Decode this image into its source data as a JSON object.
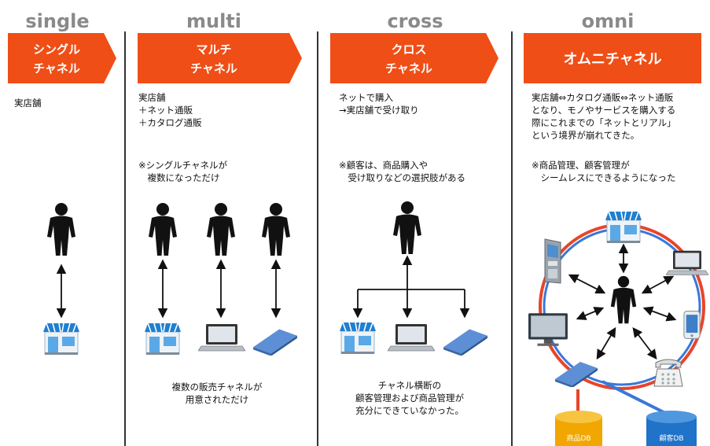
{
  "colors": {
    "banner": "#f04e17",
    "title_gray": "#8a8a8a",
    "divider": "#333333",
    "ring_red": "#e8452a",
    "ring_blue": "#3a78d8",
    "store_roof": "#1f7fd0",
    "db_yellow": "#f2a600",
    "db_blue": "#1f73c8"
  },
  "columns": [
    {
      "title": "single",
      "banner": [
        "シングル",
        "チャネル"
      ],
      "lines": [
        "実店舗"
      ],
      "note": [],
      "caption": []
    },
    {
      "title": "multi",
      "banner": [
        "マルチ",
        "チャネル"
      ],
      "lines": [
        "実店舗",
        "＋ネット通販",
        "＋カタログ通販"
      ],
      "note": [
        "※シングルチャネルが",
        "　複数になっただけ"
      ],
      "caption": [
        "複数の販売チャネルが",
        "用意されただけ"
      ]
    },
    {
      "title": "cross",
      "banner": [
        "クロス",
        "チャネル"
      ],
      "lines": [
        "ネットで購入",
        "→実店舗で受け取り"
      ],
      "note": [
        "※顧客は、商品購入や",
        "　受け取りなどの選択肢がある"
      ],
      "caption": [
        "チャネル横断の",
        "顧客管理および商品管理が",
        "充分にできていなかった。"
      ]
    },
    {
      "title": "omni",
      "banner": [
        "オムニチャネル"
      ],
      "lines": [
        "実店舗⇔カタログ通販⇔ネット通販",
        "となり、モノやサービスを購入する",
        "際にこれまでの「ネットとリアル」",
        "という境界が崩れてきた。"
      ],
      "note": [
        "※商品管理、顧客管理が",
        "　シームレスにできるようになった"
      ],
      "caption": []
    }
  ],
  "databases": {
    "product": "商品DB",
    "customer": "顧客DB"
  },
  "icons": [
    "person-icon",
    "store-icon",
    "laptop-icon",
    "catalog-icon",
    "kiosk-icon",
    "tv-icon",
    "smartphone-icon",
    "telephone-icon",
    "database-icon"
  ]
}
